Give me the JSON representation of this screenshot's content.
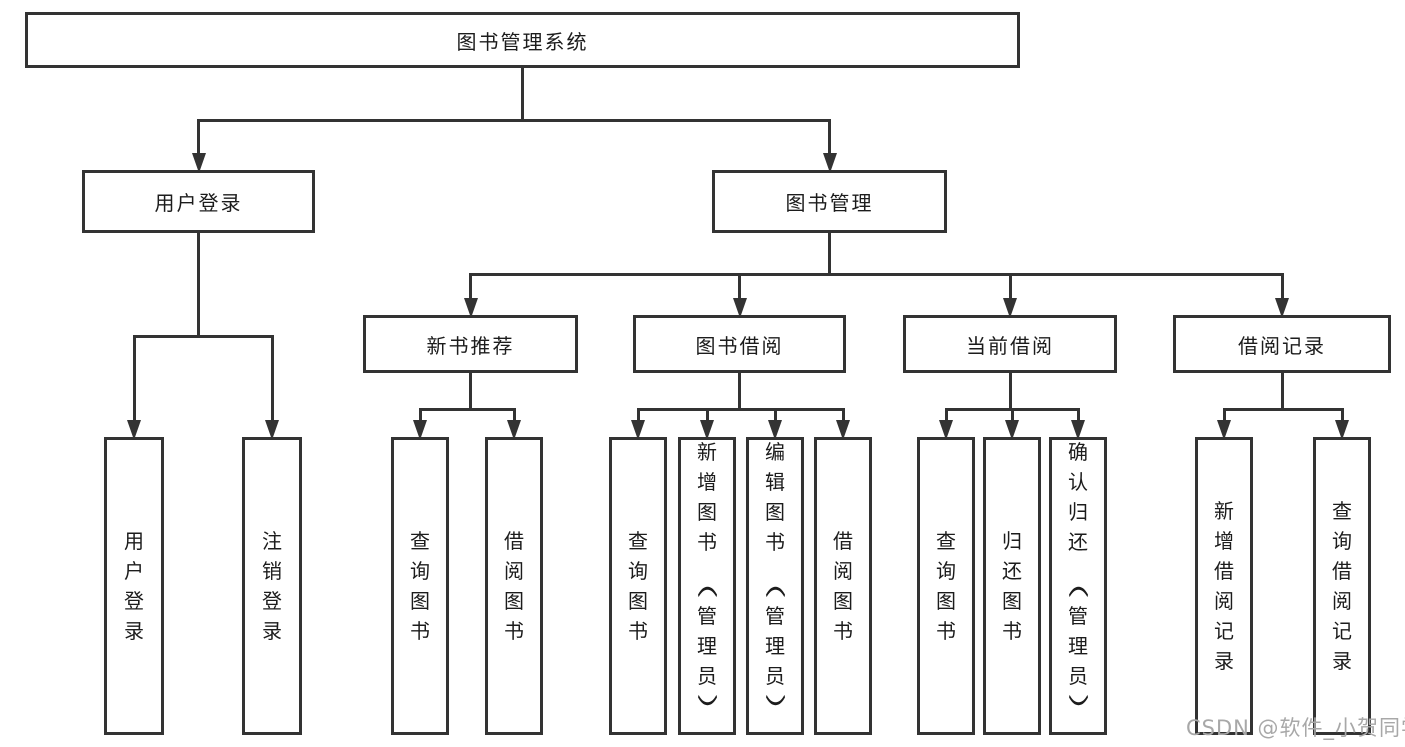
{
  "diagram": {
    "title": "图书管理系统",
    "watermark": "CSDN @软件_小贺同学",
    "colors": {
      "line": "#333333",
      "text": "#1c1c1c",
      "background": "#ffffff",
      "watermark": "#a8a8a8"
    },
    "nodes": [
      {
        "id": "root",
        "label": "图书管理系统",
        "orientation": "horizontal"
      },
      {
        "id": "user-login",
        "label": "用户登录",
        "orientation": "horizontal"
      },
      {
        "id": "book-mgmt",
        "label": "图书管理",
        "orientation": "horizontal"
      },
      {
        "id": "new-book-rec",
        "label": "新书推荐",
        "orientation": "horizontal"
      },
      {
        "id": "book-borrow",
        "label": "图书借阅",
        "orientation": "horizontal"
      },
      {
        "id": "current-borrow",
        "label": "当前借阅",
        "orientation": "horizontal"
      },
      {
        "id": "borrow-records",
        "label": "借阅记录",
        "orientation": "horizontal"
      },
      {
        "id": "leaf-user-login",
        "label": "用户登录",
        "orientation": "vertical"
      },
      {
        "id": "leaf-logout",
        "label": "注销登录",
        "orientation": "vertical"
      },
      {
        "id": "leaf-rec-query",
        "label": "查询图书",
        "orientation": "vertical"
      },
      {
        "id": "leaf-rec-borrow",
        "label": "借阅图书",
        "orientation": "vertical"
      },
      {
        "id": "leaf-bb-query",
        "label": "查询图书",
        "orientation": "vertical"
      },
      {
        "id": "leaf-bb-add",
        "label": "新增图书（管理员）",
        "orientation": "vertical"
      },
      {
        "id": "leaf-bb-edit",
        "label": "编辑图书（管理员）",
        "orientation": "vertical"
      },
      {
        "id": "leaf-bb-borrow",
        "label": "借阅图书",
        "orientation": "vertical"
      },
      {
        "id": "leaf-cb-query",
        "label": "查询图书",
        "orientation": "vertical"
      },
      {
        "id": "leaf-cb-return",
        "label": "归还图书",
        "orientation": "vertical"
      },
      {
        "id": "leaf-cb-confirm",
        "label": "确认归还（管理员）",
        "orientation": "vertical"
      },
      {
        "id": "leaf-br-add",
        "label": "新增借阅记录",
        "orientation": "vertical"
      },
      {
        "id": "leaf-br-query",
        "label": "查询借阅记录",
        "orientation": "vertical"
      }
    ],
    "edges": [
      {
        "from": "root",
        "to": [
          "user-login",
          "book-mgmt"
        ]
      },
      {
        "from": "user-login",
        "to": [
          "leaf-user-login",
          "leaf-logout"
        ]
      },
      {
        "from": "book-mgmt",
        "to": [
          "new-book-rec",
          "book-borrow",
          "current-borrow",
          "borrow-records"
        ]
      },
      {
        "from": "new-book-rec",
        "to": [
          "leaf-rec-query",
          "leaf-rec-borrow"
        ]
      },
      {
        "from": "book-borrow",
        "to": [
          "leaf-bb-query",
          "leaf-bb-add",
          "leaf-bb-edit",
          "leaf-bb-borrow"
        ]
      },
      {
        "from": "current-borrow",
        "to": [
          "leaf-cb-query",
          "leaf-cb-return",
          "leaf-cb-confirm"
        ]
      },
      {
        "from": "borrow-records",
        "to": [
          "leaf-br-add",
          "leaf-br-query"
        ]
      }
    ]
  }
}
